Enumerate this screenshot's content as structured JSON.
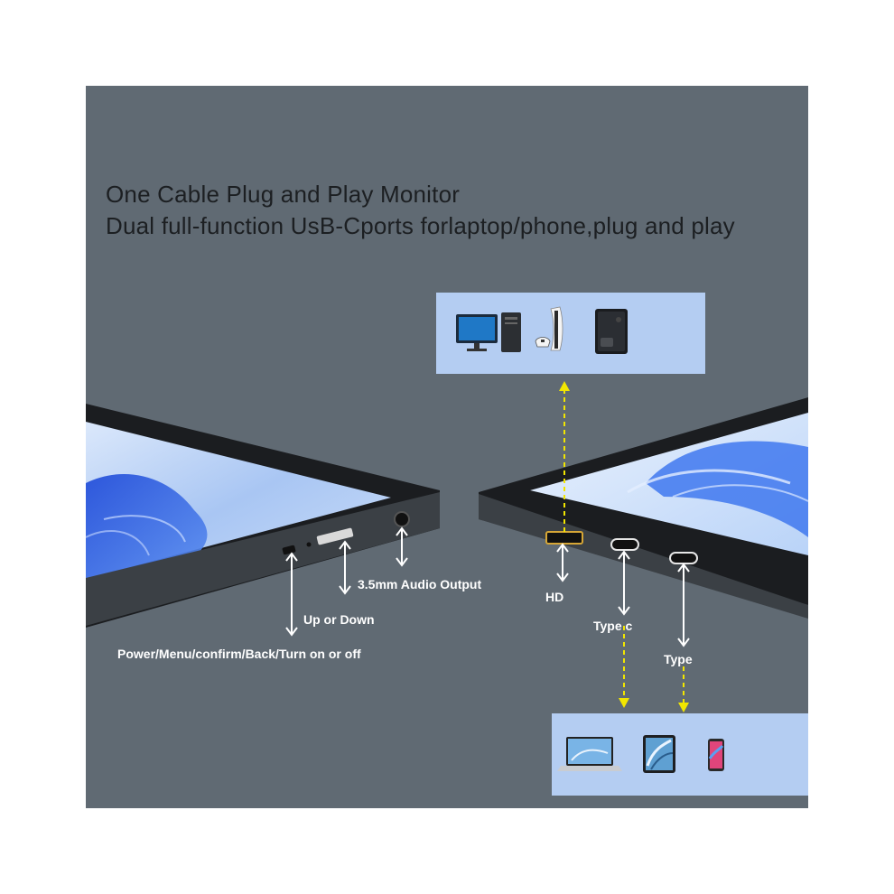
{
  "headline": {
    "line1": "One Cable Plug and Play Monitor",
    "line2": "Dual full-function UsB-Cports forlaptop/phone,plug and play"
  },
  "top_devices": {
    "icons": [
      "desktop-computer-icon",
      "game-console-controller-icon",
      "game-console-icon"
    ]
  },
  "bottom_devices": {
    "icons": [
      "laptop-icon",
      "tablet-icon",
      "smartphone-icon"
    ]
  },
  "left_ports": {
    "audio_label": "3.5mm Audio Output",
    "updown_label": "Up or Down",
    "power_label": "Power/Menu/confirm/Back/Turn on or off"
  },
  "right_ports": {
    "hd_label": "HD",
    "typec_label": "Type c",
    "type_label": "Type"
  },
  "colors": {
    "background": "#606a73",
    "device_box": "#b4cdf2",
    "dashed_arrow": "#f2e600",
    "label_text": "#ffffff"
  }
}
